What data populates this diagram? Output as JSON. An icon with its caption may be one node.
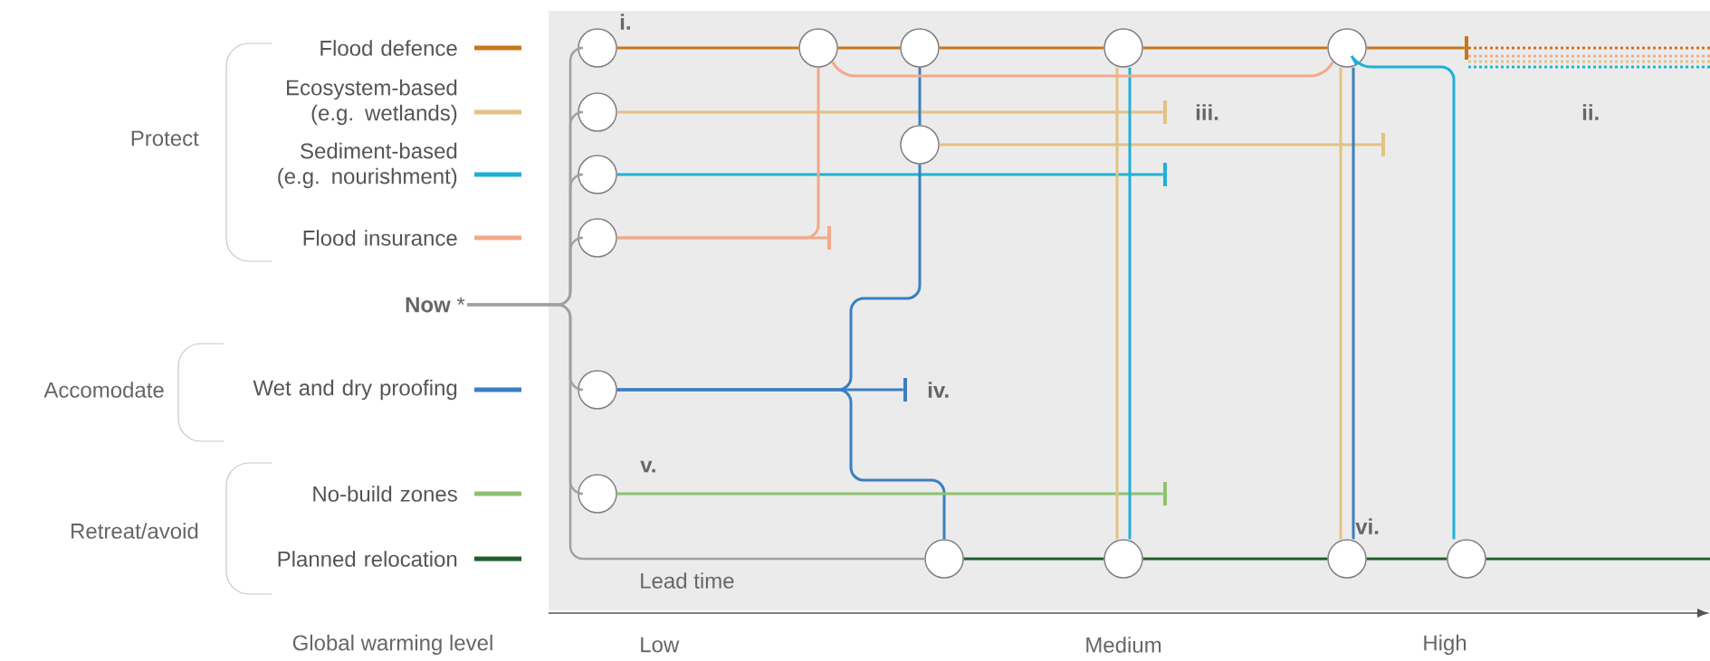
{
  "diagram": {
    "nodes": [
      {
        "text": [],
        "shape": "circle"
      },
      {
        "text": [],
        "shape": "circle"
      },
      {
        "text": [],
        "shape": "circle"
      },
      {
        "text": [],
        "shape": "circle"
      },
      {
        "text": [],
        "shape": "circle"
      },
      {
        "text": [],
        "shape": "circle"
      },
      {
        "text": [],
        "shape": "circle"
      },
      {
        "text": [],
        "shape": "circle"
      },
      {
        "text": [],
        "shape": "circle"
      },
      {
        "text": [],
        "shape": "circle"
      },
      {
        "text": [],
        "shape": "circle"
      },
      {
        "text": [],
        "shape": "circle"
      },
      {
        "text": [],
        "shape": "circle"
      },
      {
        "text": [],
        "shape": "circle"
      },
      {
        "text": [],
        "shape": "circle"
      },
      {
        "text": [
          "**Now** *"
        ]
      },
      {
        "text": [],
        "shape": "bar"
      },
      {
        "text": [],
        "shape": "bar"
      },
      {
        "text": [],
        "shape": "bar"
      },
      {
        "text": [],
        "shape": "bar"
      },
      {
        "text": [],
        "shape": "bar"
      },
      {
        "text": [],
        "shape": "bar"
      },
      {
        "text": [],
        "shape": "bar"
      }
    ],
    "edges": [
      {
        "from": 15,
        "to": 0,
        "arrow": "none"
      },
      {
        "from": 15,
        "to": 1,
        "arrow": "none"
      },
      {
        "from": 15,
        "to": 2,
        "arrow": "none"
      },
      {
        "from": 15,
        "to": 3,
        "arrow": "none"
      },
      {
        "from": 15,
        "to": 4,
        "arrow": "none"
      },
      {
        "from": 15,
        "to": 5,
        "arrow": "none"
      },
      {
        "from": 15,
        "to": 11,
        "arrow": "none"
      },
      {
        "from": 0,
        "to": 6,
        "arrow": "none",
        "color": "#c8761e"
      },
      {
        "from": 6,
        "to": 7,
        "arrow": "none",
        "color": "#c8761e"
      },
      {
        "from": 7,
        "to": 9,
        "arrow": "none",
        "color": "#c8761e"
      },
      {
        "from": 9,
        "to": 10,
        "arrow": "none",
        "color": "#c8761e"
      },
      {
        "from": 10,
        "to": 16,
        "arrow": "none",
        "color": "#c8761e"
      },
      {
        "from": 1,
        "to": 17,
        "arrow": "none",
        "color": "#e3c283"
      },
      {
        "from": 2,
        "to": 18,
        "arrow": "none",
        "color": "#1fb0d8"
      },
      {
        "from": 3,
        "to": 6,
        "arrow": "none",
        "color": "#f2a98a"
      },
      {
        "from": 3,
        "to": 19,
        "arrow": "none",
        "color": "#f2a98a"
      },
      {
        "from": 4,
        "to": 8,
        "arrow": "none",
        "color": "#3a7fc1"
      },
      {
        "from": 8,
        "to": 7,
        "arrow": "none",
        "color": "#3a7fc1"
      },
      {
        "from": 4,
        "to": 11,
        "arrow": "none",
        "color": "#3a7fc1"
      },
      {
        "from": 4,
        "to": 20,
        "arrow": "none",
        "color": "#3a7fc1"
      },
      {
        "from": 8,
        "to": 21,
        "arrow": "none",
        "color": "#e3c283"
      },
      {
        "from": 5,
        "to": 22,
        "arrow": "none",
        "color": "#8cc46e"
      },
      {
        "from": 11,
        "to": 12,
        "arrow": "none",
        "color": "#1e5e2a"
      },
      {
        "from": 12,
        "to": 13,
        "arrow": "none",
        "color": "#1e5e2a"
      },
      {
        "from": 13,
        "to": 14,
        "arrow": "none",
        "color": "#1e5e2a"
      },
      {
        "from": 14,
        "to": null,
        "arrow": "none",
        "color": "#1e5e2a"
      },
      {
        "from": 12,
        "to": 9,
        "arrow": "none",
        "color": "#e3c283"
      },
      {
        "from": 12,
        "to": 9,
        "arrow": "none",
        "color": "#1fb0d8"
      },
      {
        "from": 13,
        "to": 10,
        "arrow": "none",
        "color": "#e3c283"
      },
      {
        "from": 13,
        "to": 10,
        "arrow": "none",
        "color": "#3a7fc1"
      },
      {
        "from": 14,
        "to": 10,
        "arrow": "none",
        "color": "#1fb0d8"
      },
      {
        "from": 6,
        "to": 10,
        "arrow": "none",
        "color": "#f2a98a"
      }
    ],
    "labels": [
      "i.",
      "Protect",
      "iii.",
      "ii.",
      "Accomodate",
      "iv.",
      "v.",
      "Retreat/avoid",
      "vi.",
      "Lead time",
      "Global warming level",
      "Low",
      "Medium",
      "High"
    ],
    "legend": [
      {
        "text": "Flood defence",
        "color": "#c8761e"
      },
      {
        "text": "Ecosystem-based (e.g. wetlands)",
        "color": "#e3c283"
      },
      {
        "text": "Sediment-based (e.g. nourishment)",
        "color": "#1fb0d8"
      },
      {
        "text": "Flood insurance",
        "color": "#f2a98a"
      },
      {
        "text": "Wet and dry proofing",
        "color": "#3a7fc1"
      },
      {
        "text": "No-build zones",
        "color": "#8cc46e"
      },
      {
        "text": "Planned relocation",
        "color": "#1e5e2a"
      }
    ]
  }
}
